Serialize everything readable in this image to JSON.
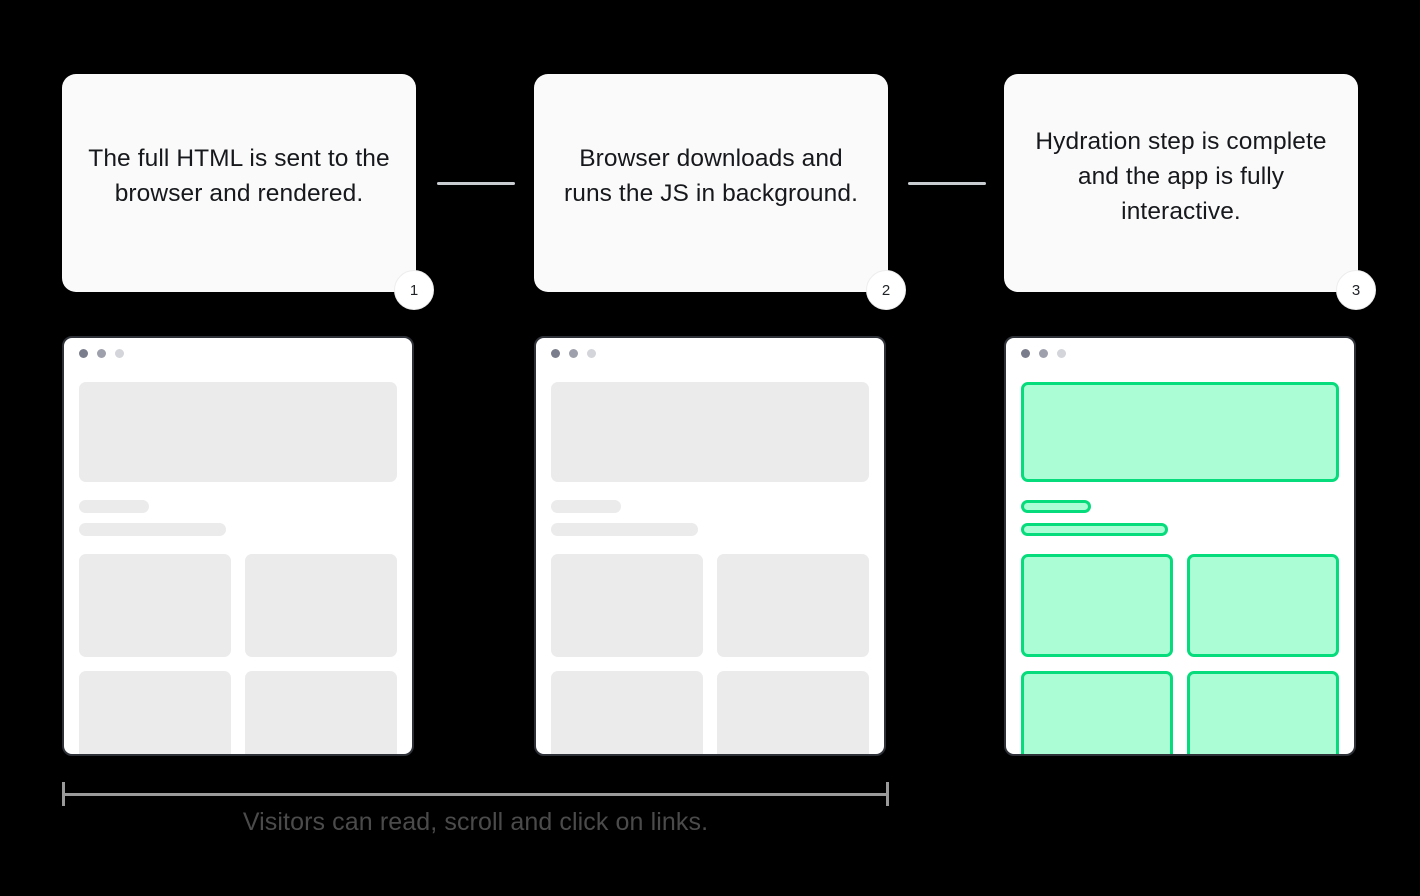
{
  "colors": {
    "background": "#000000",
    "card_bg": "#FAFAFA",
    "text": "#16181C",
    "skeleton": "#EBEBEB",
    "accent_fill": "#ABFDD5",
    "accent_border": "#06DC7B",
    "connector": "#C9CDD2",
    "bracket": "#9A9A9A",
    "caption_text": "#4B4B4B",
    "browser_frame": "#2E3238"
  },
  "steps": [
    {
      "number": "1",
      "text": "The full HTML is sent to the browser and rendered.",
      "state": "skeleton"
    },
    {
      "number": "2",
      "text": "Browser downloads and runs the JS in background.",
      "state": "skeleton"
    },
    {
      "number": "3",
      "text": "Hydration step is complete and the app is fully interactive.",
      "state": "hydrated"
    }
  ],
  "browser_window": {
    "traffic_lights": [
      "close-dot",
      "minimize-dot",
      "maximize-dot"
    ],
    "blocks": [
      "hero-block",
      "heading-line",
      "subheading-line",
      "tile-1",
      "tile-2",
      "tile-3",
      "tile-4"
    ]
  },
  "footer": {
    "caption": "Visitors can read, scroll and click on links.",
    "bracket": "span-bracket"
  }
}
